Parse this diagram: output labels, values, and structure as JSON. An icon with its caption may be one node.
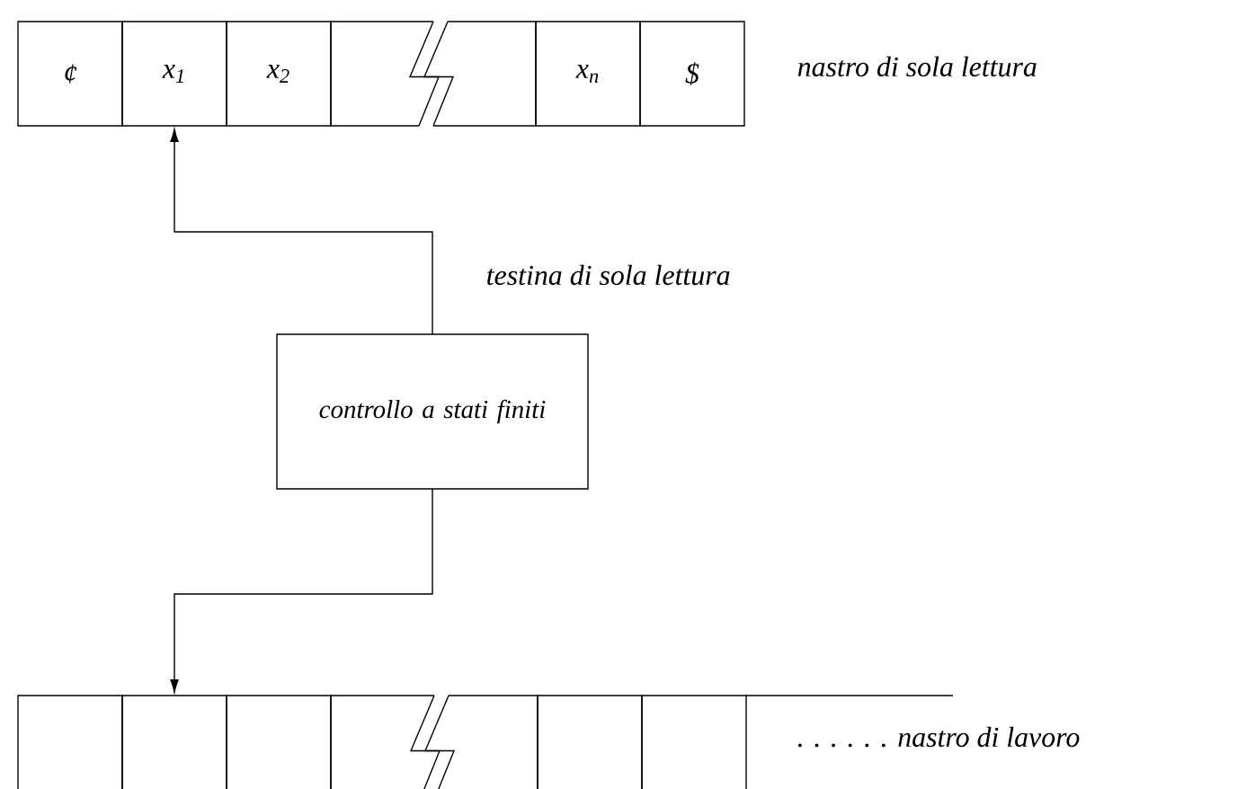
{
  "diagram": {
    "nodes": [
      {
        "text": [
          "¢"
        ]
      },
      {
        "text": [
          "x$_{1}$"
        ]
      },
      {
        "text": [
          "x$_{2}$"
        ]
      },
      {
        "text": [],
        "shape": "box"
      },
      {
        "text": [
          "x$_{n}$"
        ]
      },
      {
        "text": [
          "$"
        ]
      },
      {
        "text": [
          "controllo a stati finiti"
        ]
      },
      {
        "text": [],
        "shape": "box"
      },
      {
        "text": [],
        "shape": "box"
      },
      {
        "text": [],
        "shape": "box"
      },
      {
        "text": [],
        "shape": "box"
      },
      {
        "text": [],
        "shape": "box"
      },
      {
        "text": [],
        "shape": "box"
      }
    ],
    "edges": [
      {
        "from": 6,
        "to": 1,
        "arrow": "to"
      },
      {
        "from": 6,
        "to": 8,
        "arrow": "to"
      }
    ],
    "labels": [
      "nastro di sola lettura",
      "testina di sola lettura",
      ". . . . . . nastro di lavoro"
    ]
  }
}
